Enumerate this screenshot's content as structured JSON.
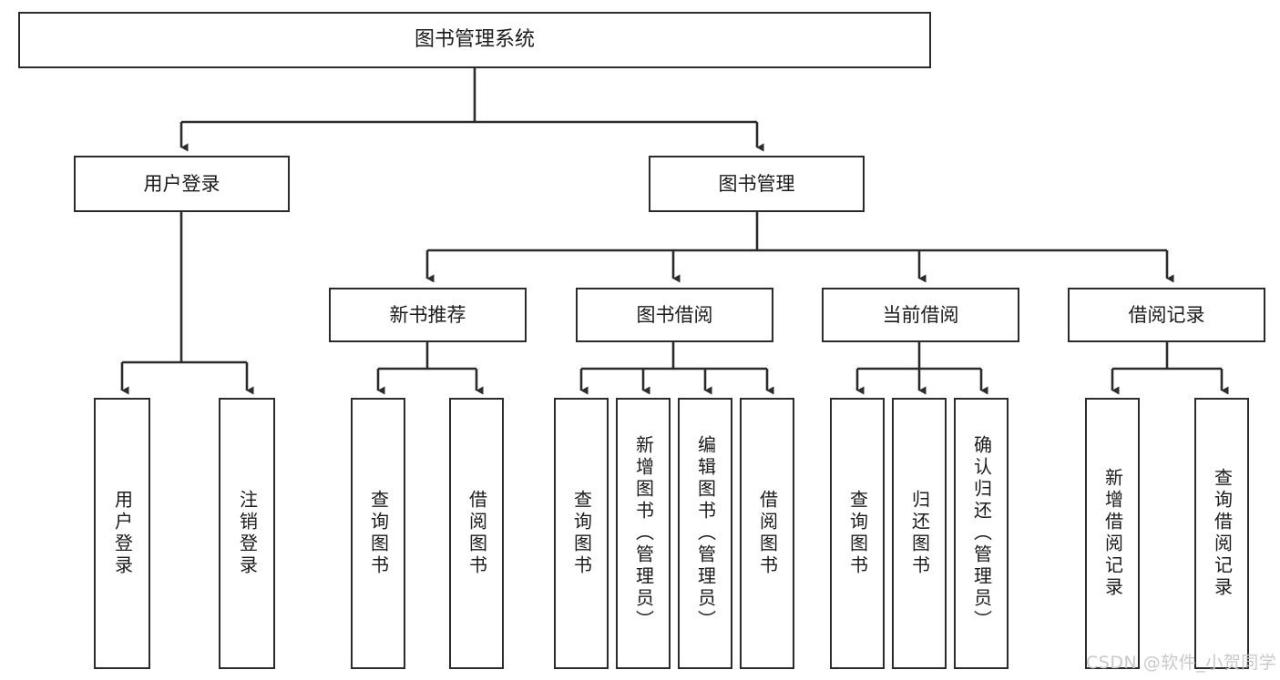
{
  "diagram": {
    "title": "图书管理系统",
    "stroke_color": "#2b2b2b",
    "background_color": "#ffffff",
    "text_color": "#1b1b1b",
    "root": {
      "id": "root",
      "label": "图书管理系统"
    },
    "level2": [
      {
        "id": "user-login",
        "label": "用户登录"
      },
      {
        "id": "book-manage",
        "label": "图书管理"
      }
    ],
    "level3": [
      {
        "id": "new-book-recommend",
        "label": "新书推荐"
      },
      {
        "id": "book-borrow",
        "label": "图书借阅"
      },
      {
        "id": "current-borrow",
        "label": "当前借阅"
      },
      {
        "id": "borrow-record",
        "label": "借阅记录"
      }
    ],
    "leaves": {
      "user_login": [
        {
          "id": "leaf-user-login",
          "label": "用户登录"
        },
        {
          "id": "leaf-user-logout",
          "label": "注销登录"
        }
      ],
      "new_book_recommend": [
        {
          "id": "leaf-query-book-1",
          "label": "查询图书"
        },
        {
          "id": "leaf-borrow-book-1",
          "label": "借阅图书"
        }
      ],
      "book_borrow": [
        {
          "id": "leaf-query-book-2",
          "label": "查询图书"
        },
        {
          "id": "leaf-add-book",
          "label": "新增图书（管理员）"
        },
        {
          "id": "leaf-edit-book",
          "label": "编辑图书（管理员）"
        },
        {
          "id": "leaf-borrow-book-2",
          "label": "借阅图书"
        }
      ],
      "current_borrow": [
        {
          "id": "leaf-query-book-3",
          "label": "查询图书"
        },
        {
          "id": "leaf-return-book",
          "label": "归还图书"
        },
        {
          "id": "leaf-confirm-return",
          "label": "确认归还（管理员）"
        }
      ],
      "borrow_record": [
        {
          "id": "leaf-add-record",
          "label": "新增借阅记录"
        },
        {
          "id": "leaf-query-record",
          "label": "查询借阅记录"
        }
      ]
    }
  },
  "watermark": {
    "text": "CSDN @软件_小贺同学"
  }
}
